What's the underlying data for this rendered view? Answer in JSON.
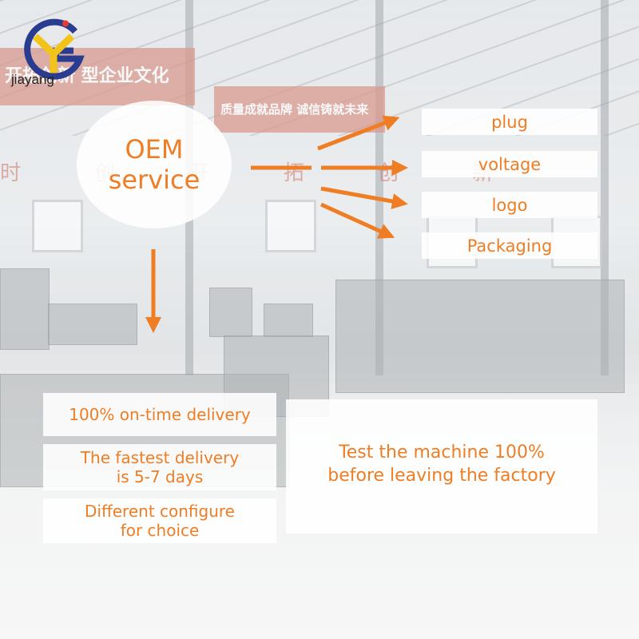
{
  "brand": {
    "name": "jiayang",
    "logo_letters": "GY"
  },
  "background": {
    "banner_left": "开拓创新 型企业文化",
    "banner_right": "质量成就品牌 诚信铸就未来",
    "wall_text": "时 创 开 拓 创 新"
  },
  "oem": {
    "line1": "OEM",
    "line2": "service"
  },
  "options": [
    {
      "label": "plug"
    },
    {
      "label": "voltage"
    },
    {
      "label": "logo"
    },
    {
      "label": "Packaging"
    }
  ],
  "features": {
    "delivery": "100% on-time delivery",
    "fastest_line1": "The fastest delivery",
    "fastest_line2": "is 5-7 days",
    "configure_line1": "Different configure",
    "configure_line2": "for choice",
    "test_line1": "Test the machine 100%",
    "test_line2": "before leaving the factory"
  },
  "colors": {
    "accent": "#ef7d24",
    "logo_blue": "#2a3c8f",
    "logo_yellow": "#f2c318"
  }
}
